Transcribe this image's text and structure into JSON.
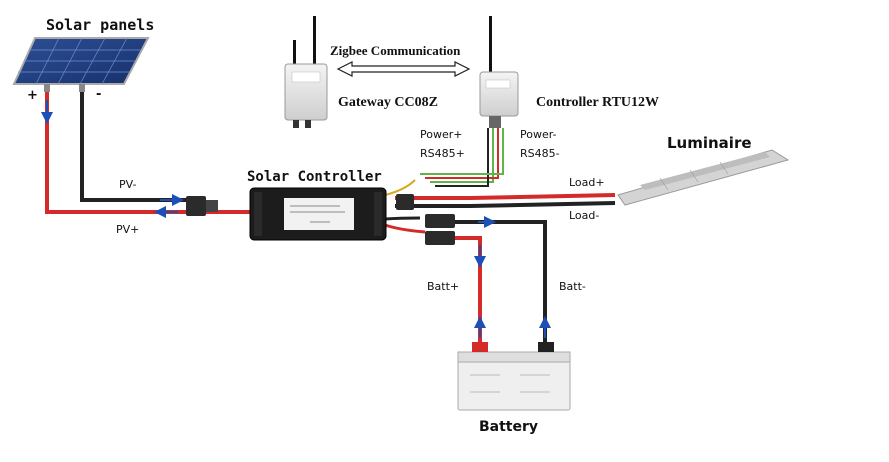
{
  "labels": {
    "solar_panels": "Solar panels",
    "plus": "+",
    "minus": "-",
    "zigbee": "Zigbee Communication",
    "gateway": "Gateway CC08Z",
    "controller_rtu": "Controller RTU12W",
    "power_plus": "Power+",
    "power_minus": "Power-",
    "rs485_plus": "RS485+",
    "rs485_minus": "RS485-",
    "luminaire": "Luminaire",
    "load_plus": "Load+",
    "load_minus": "Load-",
    "solar_controller": "Solar Controller",
    "pv_minus": "PV-",
    "pv_plus": "PV+",
    "batt_plus": "Batt+",
    "batt_minus": "Batt-",
    "battery": "Battery"
  },
  "colors": {
    "positive_wire": "#d42a2a",
    "negative_wire": "#222222",
    "arrow_blue": "#1c4fb8",
    "data_green": "#5fb54a"
  },
  "icons": {
    "panel": "solar-panel-icon",
    "gateway": "gateway-device-icon",
    "rtu": "rtu-device-icon",
    "controller": "solar-controller-icon",
    "luminaire": "street-light-icon",
    "battery": "battery-icon"
  }
}
